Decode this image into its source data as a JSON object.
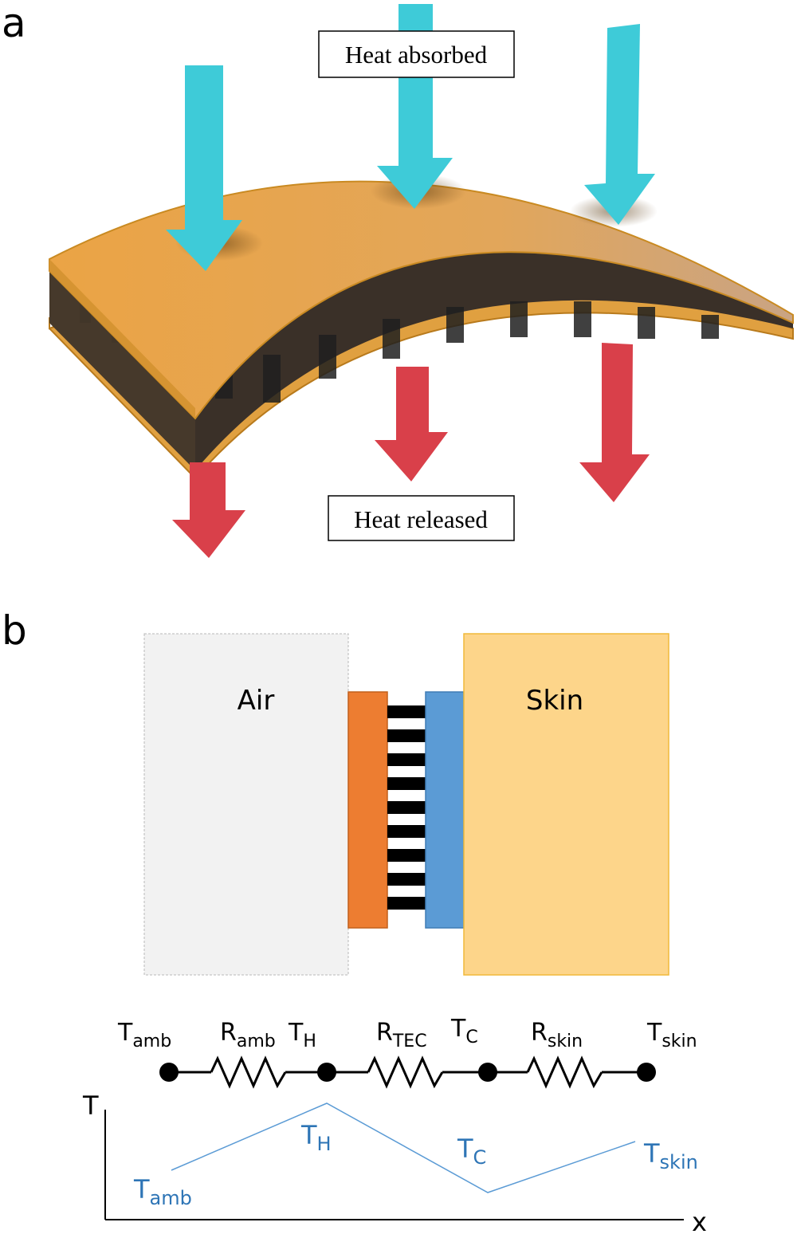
{
  "panel_a": {
    "label": "a",
    "heat_absorbed_label": "Heat absorbed",
    "heat_released_label": "Heat released",
    "colors": {
      "top_arrow": "#3ecbd8",
      "bottom_arrow": "#d9404a",
      "layer": "#e7a445",
      "layer_edge": "#c98a22"
    }
  },
  "panel_b": {
    "label": "b",
    "air_label": "Air",
    "skin_label": "Skin",
    "colors": {
      "air": "#f2f2f2",
      "hot_plate": "#ed7d31",
      "cold_plate": "#5b9bd5",
      "skin": "#fdd58a",
      "curve": "#5b9bd5"
    },
    "circuit": {
      "t_amb": {
        "main": "T",
        "sub": "amb"
      },
      "r_amb": {
        "main": "R",
        "sub": "amb"
      },
      "t_h": {
        "main": "T",
        "sub": "H"
      },
      "r_tec": {
        "main": "R",
        "sub": "TEC"
      },
      "t_c": {
        "main": "T",
        "sub": "C"
      },
      "r_skin": {
        "main": "R",
        "sub": "skin"
      },
      "t_skin": {
        "main": "T",
        "sub": "skin"
      }
    },
    "profile": {
      "y_axis_label": "T",
      "x_axis_label": "x",
      "t_amb": {
        "main": "T",
        "sub": "amb"
      },
      "t_h": {
        "main": "T",
        "sub": "H"
      },
      "t_c": {
        "main": "T",
        "sub": "C"
      },
      "t_skin": {
        "main": "T",
        "sub": "skin"
      }
    }
  }
}
